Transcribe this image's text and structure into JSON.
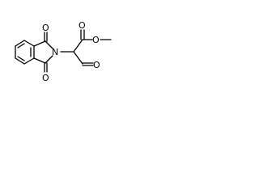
{
  "structure": {
    "atoms": {
      "n1": "N",
      "o_imide_top": "O",
      "o_imide_bottom": "O",
      "o_ester_carbonyl": "O",
      "o_ester_ether": "O",
      "o_aldehyde": "O"
    }
  }
}
